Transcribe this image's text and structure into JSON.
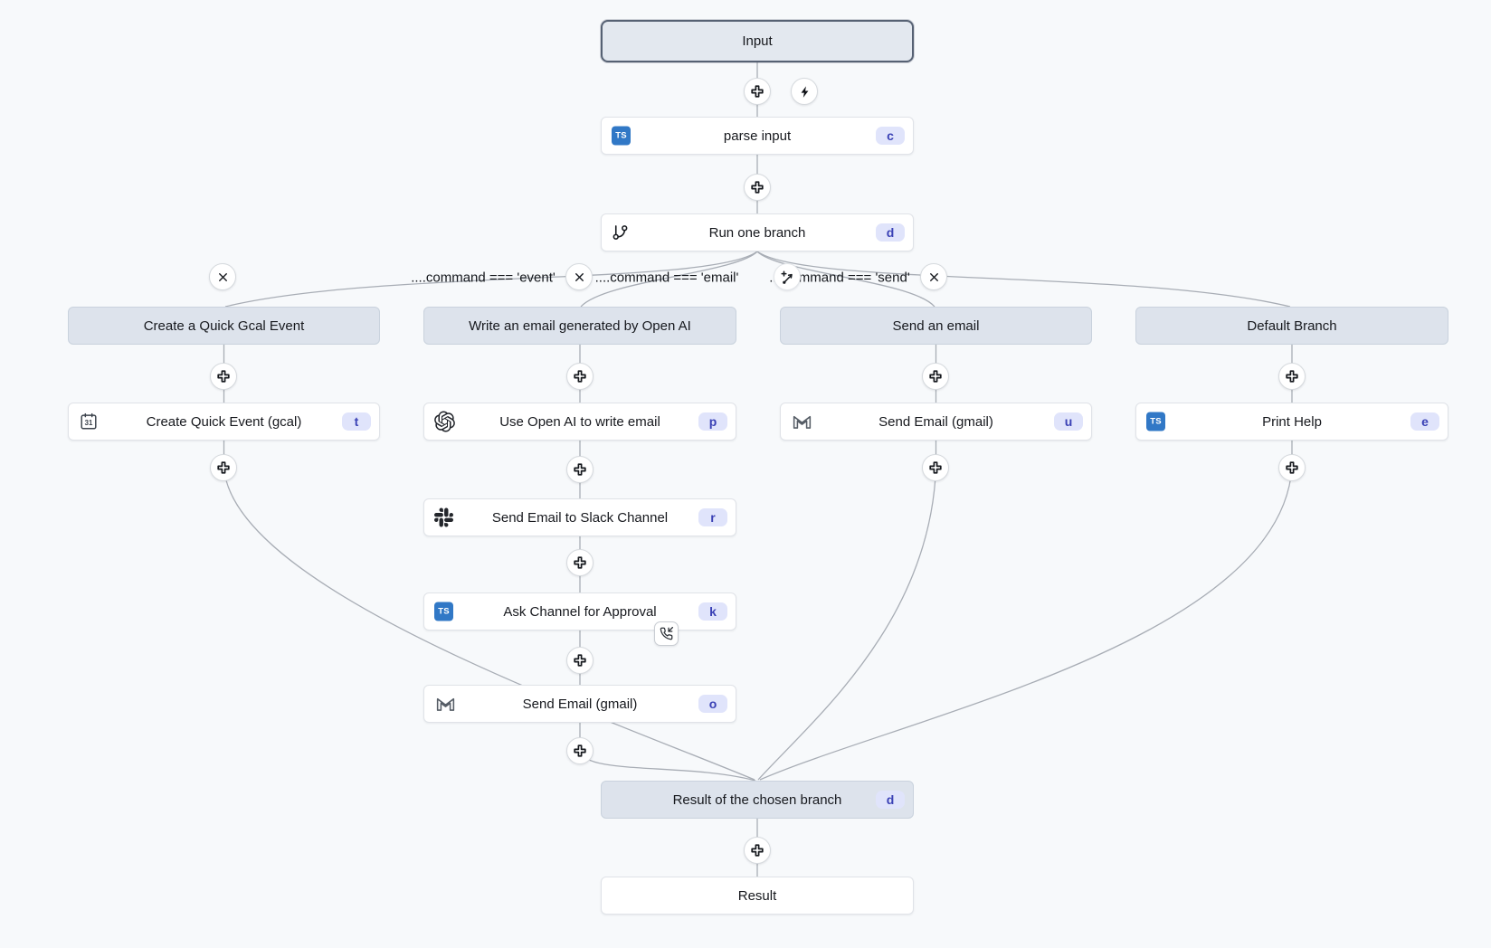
{
  "flow": {
    "input_label": "Input",
    "parse": {
      "label": "parse input",
      "badge": "c"
    },
    "branch_node": {
      "label": "Run one branch",
      "badge": "d"
    },
    "conditions": [
      "....command === 'event'",
      "....command === 'email'",
      "....command === 'send'"
    ],
    "branches": [
      {
        "header": "Create a Quick Gcal Event"
      },
      {
        "header": "Write an email generated by Open AI"
      },
      {
        "header": "Send an email"
      },
      {
        "header": "Default Branch"
      }
    ],
    "modules": {
      "gcal": {
        "label": "Create Quick Event (gcal)",
        "badge": "t"
      },
      "openai": {
        "label": "Use Open AI to write email",
        "badge": "p"
      },
      "slack": {
        "label": "Send Email to Slack Channel",
        "badge": "r"
      },
      "approval": {
        "label": "Ask Channel for Approval",
        "badge": "k"
      },
      "gmail_mid": {
        "label": "Send Email (gmail)",
        "badge": "o"
      },
      "gmail_right": {
        "label": "Send Email (gmail)",
        "badge": "u"
      },
      "print_help": {
        "label": "Print Help",
        "badge": "e"
      }
    },
    "result_branch": {
      "label": "Result of the chosen branch",
      "badge": "d"
    },
    "result_label": "Result"
  },
  "icons": {
    "ts": "TS",
    "calendar_day": "31",
    "names": [
      "plus-icon",
      "bolt-icon",
      "close-icon",
      "add-branch-icon",
      "git-branch-icon",
      "typescript-icon",
      "calendar-icon",
      "openai-icon",
      "slack-icon",
      "gmail-icon",
      "phone-incoming-icon"
    ]
  },
  "colors": {
    "canvas_bg": "#f7f9fb",
    "header_bg": "#dde3ec",
    "ts_blue": "#3178c6",
    "badge_bg": "#e0e4fb",
    "badge_fg": "#3a41b5",
    "edge": "#a8adb5"
  }
}
